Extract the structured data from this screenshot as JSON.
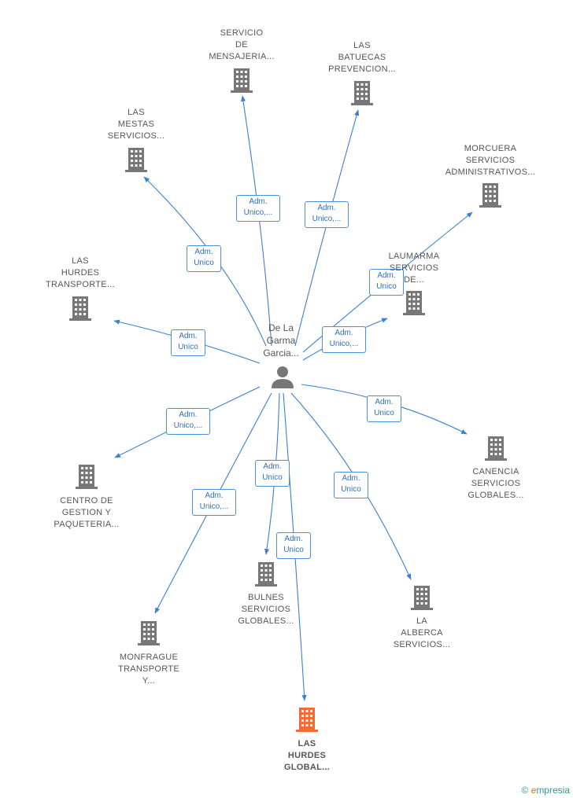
{
  "center": {
    "name": "De La\nGarma\nGarcia..."
  },
  "colors": {
    "edge": "#3a7fd5",
    "building": "#777777",
    "highlight": "#f26a35",
    "role_border": "#4a8fd8",
    "role_text": "#2f6fbf"
  },
  "brand": {
    "letter": "e",
    "rest": "mpresia"
  },
  "nodes": [
    {
      "id": "servicio-de-mensajeria",
      "label": "SERVICIO\nDE\nMENSAJERIA...",
      "role": "Adm.\nUnico,...",
      "highlight": false
    },
    {
      "id": "las-batuecas-prevencion",
      "label": "LAS\nBATUECAS\nPREVENCION...",
      "role": "Adm.\nUnico,...",
      "highlight": false
    },
    {
      "id": "las-mestas-servicios",
      "label": "LAS\nMESTAS\nSERVICIOS...",
      "role": "Adm.\nUnico",
      "highlight": false
    },
    {
      "id": "morcuera-servicios",
      "label": "MORCUERA\nSERVICIOS\nADMINISTRATIVOS...",
      "role": "Adm.\nUnico",
      "highlight": false
    },
    {
      "id": "laumarma-servicios",
      "label": "LAUMARMA\nSERVICIOS\nDE...",
      "role": "Adm.\nUnico,...",
      "highlight": false
    },
    {
      "id": "las-hurdes-transporte",
      "label": "LAS\nHURDES\nTRANSPORTE...",
      "role": "Adm.\nUnico",
      "highlight": false
    },
    {
      "id": "centro-de-gestion",
      "label": "CENTRO DE\nGESTION Y\nPAQUETERIA...",
      "role": "Adm.\nUnico,...",
      "highlight": false
    },
    {
      "id": "canencia-servicios",
      "label": "CANENCIA\nSERVICIOS\nGLOBALES...",
      "role": "Adm.\nUnico",
      "highlight": false
    },
    {
      "id": "bulnes-servicios",
      "label": "BULNES\nSERVICIOS\nGLOBALES...",
      "role": "Adm.\nUnico",
      "highlight": false
    },
    {
      "id": "la-alberca-servicios",
      "label": "LA\nALBERCA\nSERVICIOS...",
      "role": "Adm.\nUnico",
      "highlight": false
    },
    {
      "id": "monfrague-transporte",
      "label": "MONFRAGUE\nTRANSPORTE\nY...",
      "role": "Adm.\nUnico,...",
      "highlight": false
    },
    {
      "id": "las-hurdes-global",
      "label": "LAS\nHURDES\nGLOBAL...",
      "role": "Adm.\nUnico",
      "highlight": true
    }
  ]
}
